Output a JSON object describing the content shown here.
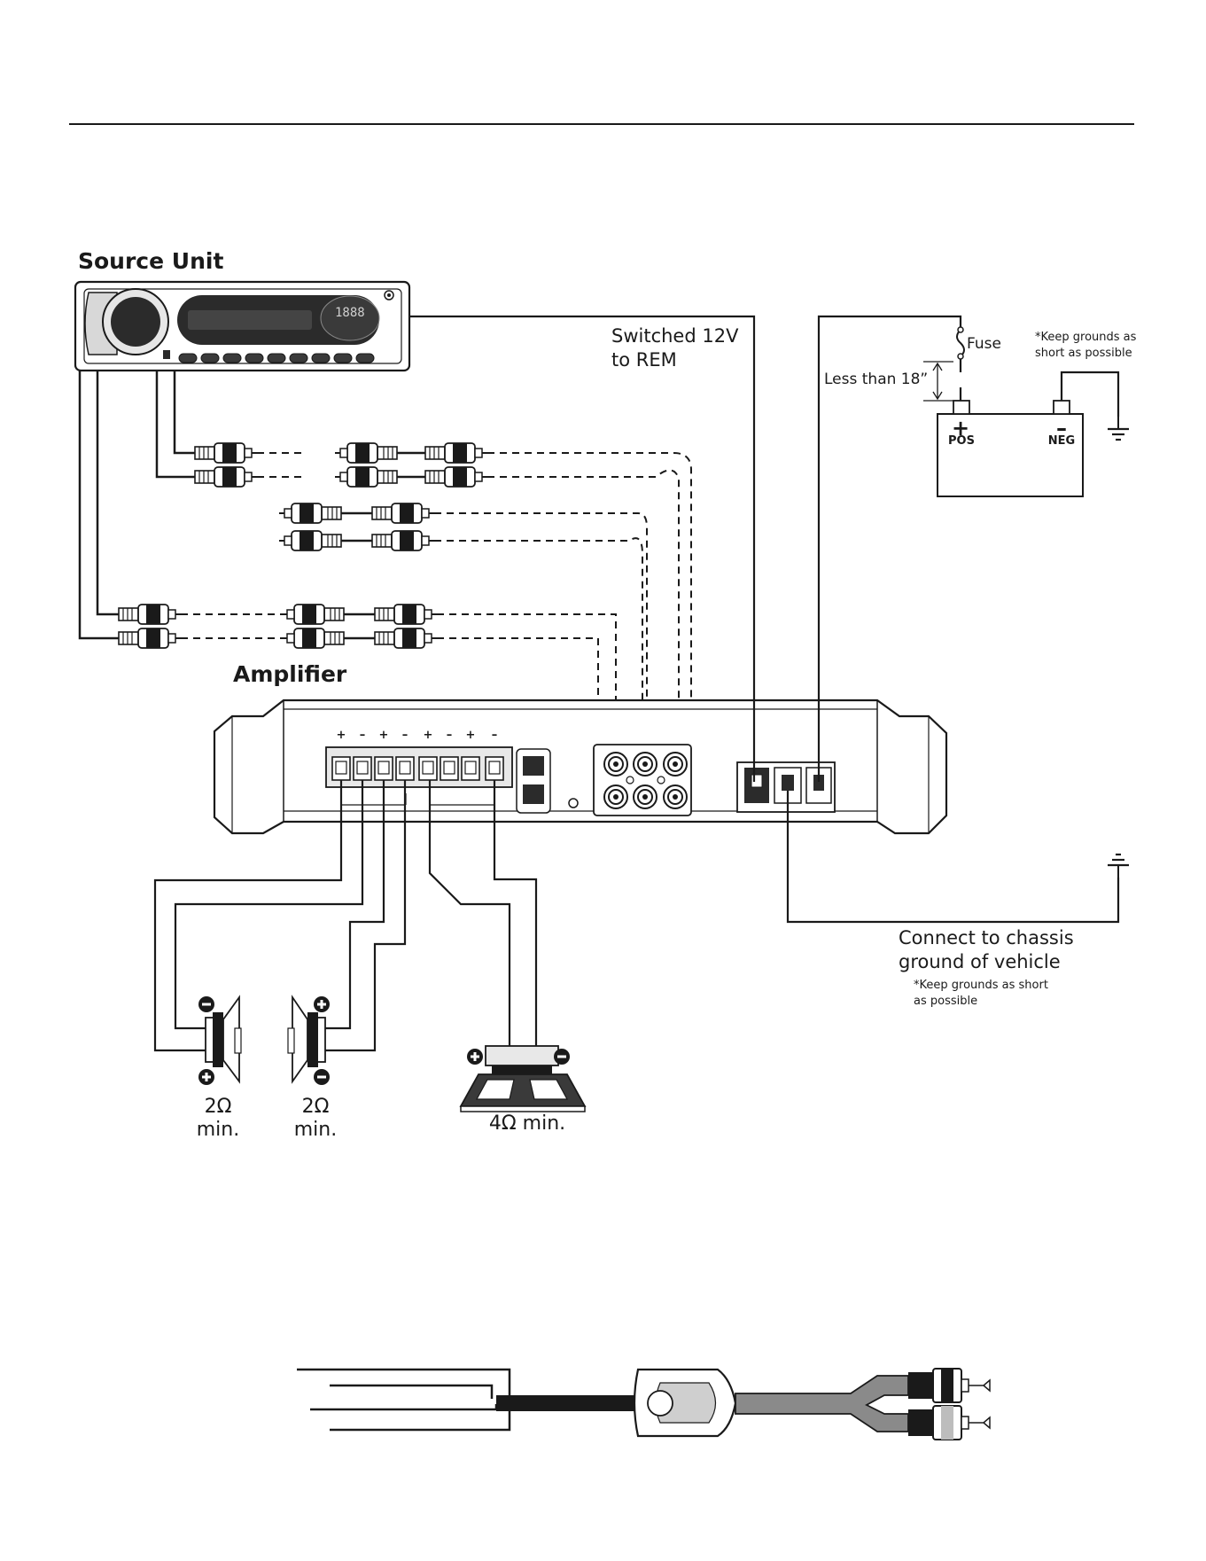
{
  "labels": {
    "source_unit": "Source Unit",
    "amplifier": "Amplifier",
    "switched_rem": "Switched 12V\nto REM",
    "fuse": "Fuse",
    "less_than": "Less than 18”",
    "grounds_note_top": "*Keep grounds as\nshort as possible",
    "battery_pos_sign": "+",
    "battery_pos": "POS",
    "battery_neg_sign": "–",
    "battery_neg": "NEG",
    "chassis_ground": "Connect to chassis\nground of vehicle",
    "grounds_note_bottom": "*Keep grounds as short\nas possible",
    "display_digits": "1888"
  },
  "speakers": [
    {
      "impedance": "2Ω\nmin."
    },
    {
      "impedance": "2Ω\nmin."
    },
    {
      "impedance": "4Ω min."
    }
  ],
  "amp_terminal_signs": [
    "+",
    "–",
    "+",
    "–",
    "+",
    "–",
    "+",
    "–"
  ],
  "colors": {
    "line": "#1a1a1a",
    "panel": "#e8e8e8",
    "dark": "#2b2b2b"
  }
}
